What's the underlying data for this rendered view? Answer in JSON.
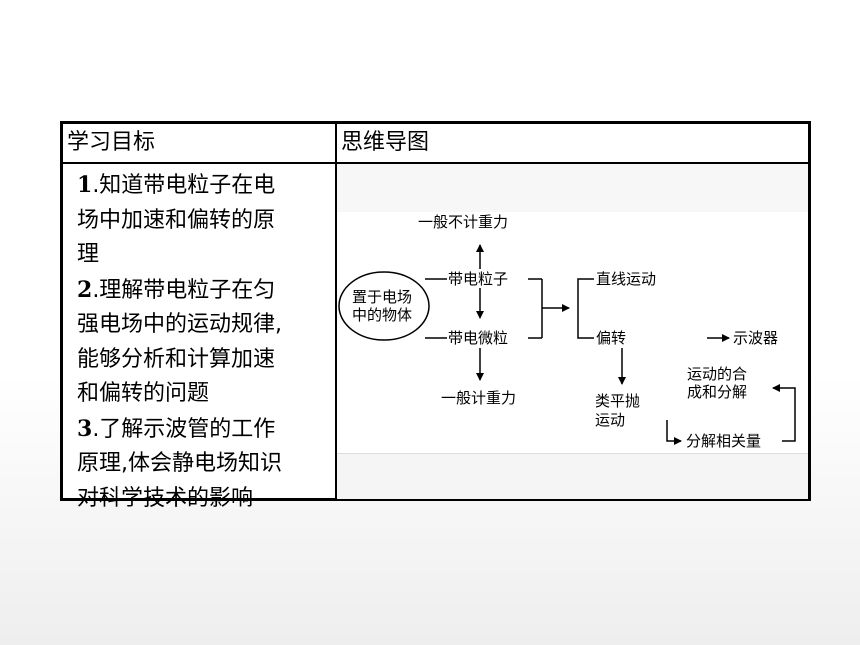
{
  "table": {
    "header_left": "学习目标",
    "header_right": "思维导图",
    "objectives": [
      {
        "num": "1",
        "lines": [
          ".知道带电粒子在电",
          "场中加速和偏转的原",
          "理"
        ]
      },
      {
        "num": "2",
        "lines": [
          ".理解带电粒子在匀",
          "强电场中的运动规律,",
          "能够分析和计算加速",
          "和偏转的问题"
        ]
      },
      {
        "num": "3",
        "lines": [
          ".了解示波管的工作",
          "原理,体会静电场知识",
          "对科学技术的影响"
        ]
      }
    ]
  },
  "mindmap": {
    "center_line1": "置于电场",
    "center_line2": "中的物体",
    "no_gravity": "一般不计重力",
    "charged_particle": "带电粒子",
    "charged_micro": "带电微粒",
    "with_gravity": "一般计重力",
    "straight_motion": "直线运动",
    "deflection": "偏转",
    "oscilloscope": "示波器",
    "projectile_line1": "类平抛",
    "projectile_line2": "运动",
    "compose_line1": "运动的合",
    "compose_line2": "成和分解",
    "decompose": "分解相关量"
  }
}
